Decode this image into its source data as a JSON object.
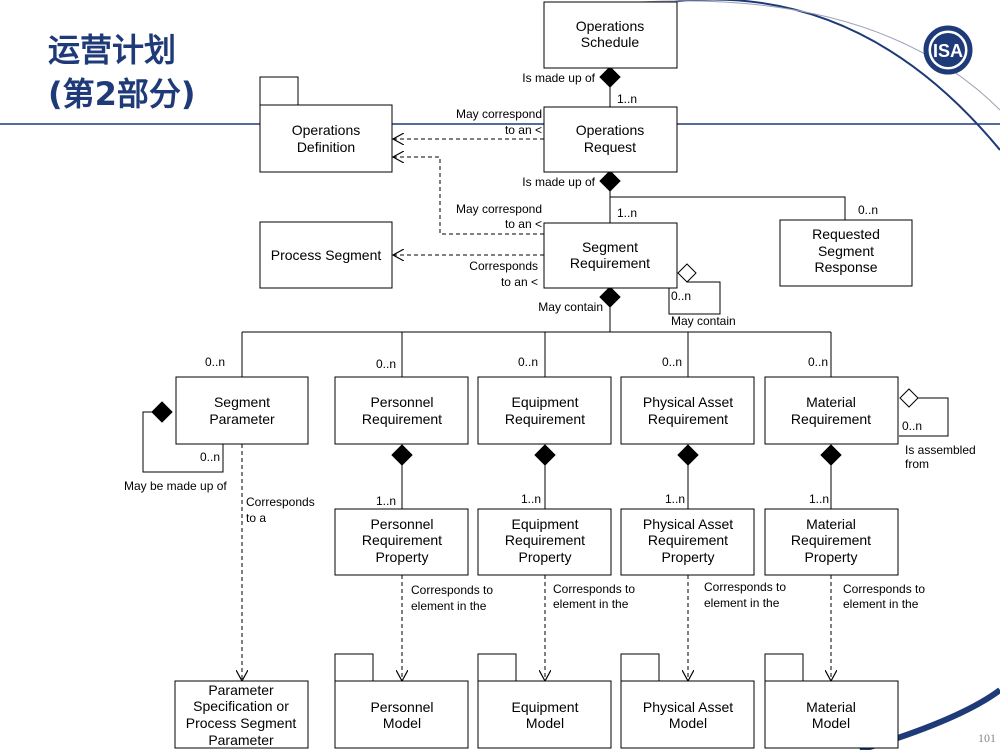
{
  "slide": {
    "title_line1": "运营计划",
    "title_line2": "(第2部分)",
    "page_number": "101",
    "logo": "ISA"
  },
  "boxes": {
    "operations_schedule": [
      "Operations",
      "Schedule"
    ],
    "operations_request": [
      "Operations",
      "Request"
    ],
    "operations_definition": [
      "Operations",
      "Definition"
    ],
    "process_segment": [
      "Process Segment"
    ],
    "segment_requirement": [
      "Segment",
      "Requirement"
    ],
    "requested_segment_response": [
      "Requested",
      "Segment",
      "Response"
    ],
    "segment_parameter": [
      "Segment",
      "Parameter"
    ],
    "personnel_requirement": [
      "Personnel",
      "Requirement"
    ],
    "equipment_requirement": [
      "Equipment",
      "Requirement"
    ],
    "physical_asset_requirement": [
      "Physical Asset",
      "Requirement"
    ],
    "material_requirement": [
      "Material",
      "Requirement"
    ],
    "personnel_requirement_property": [
      "Personnel",
      "Requirement",
      "Property"
    ],
    "equipment_requirement_property": [
      "Equipment",
      "Requirement",
      "Property"
    ],
    "physical_asset_requirement_property": [
      "Physical Asset",
      "Requirement",
      "Property"
    ],
    "material_requirement_property": [
      "Material",
      "Requirement",
      "Property"
    ],
    "parameter_specification": [
      "Parameter",
      "Specification or",
      "Process Segment",
      "Parameter"
    ],
    "personnel_model": [
      "Personnel",
      "Model"
    ],
    "equipment_model": [
      "Equipment",
      "Model"
    ],
    "physical_asset_model": [
      "Physical Asset",
      "Model"
    ],
    "material_model": [
      "Material",
      "Model"
    ]
  },
  "labels": {
    "is_made_up_of": "Is made up of",
    "may_correspond_l1": "May correspond",
    "to_an": "to an <",
    "corresponds": "Corresponds",
    "may_contain": "May contain",
    "is_assembled_l1": "Is assembled",
    "is_assembled_l2": "from",
    "may_be_made_up_of": "May be made up of",
    "corresponds_l1": "Corresponds",
    "corresponds_l2": "to a",
    "corresponds_to_l1": "Corresponds to",
    "corresponds_to_l2": "element in the",
    "mult_1n": "1..n",
    "mult_0n": "0..n"
  },
  "colors": {
    "title": "#1f3a78",
    "rule": "#1f3a78",
    "swoosh": "#1f3a78",
    "box_border": "#000000"
  }
}
